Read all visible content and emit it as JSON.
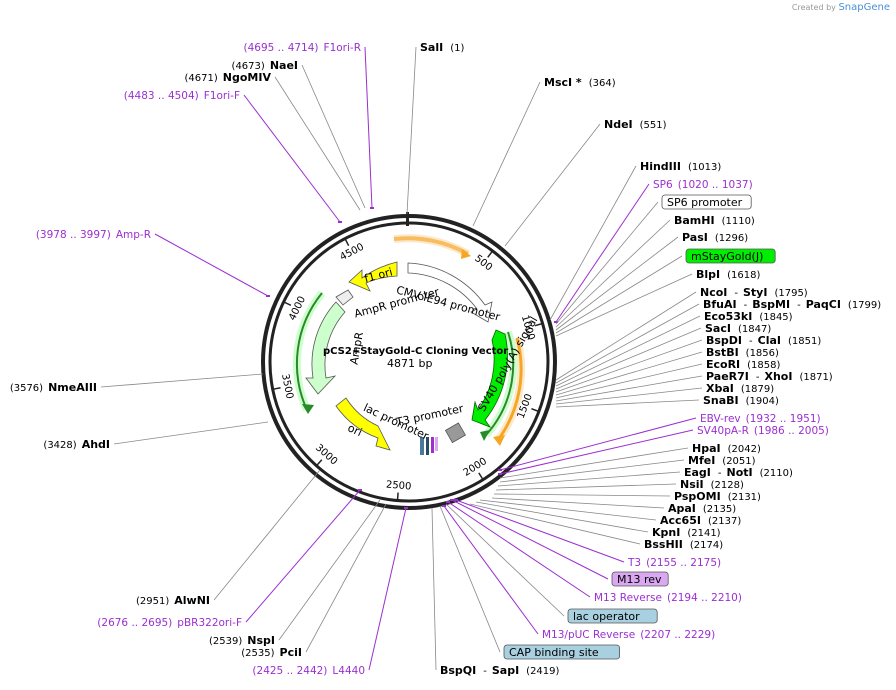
{
  "credit": {
    "prefix": "Created by",
    "brand": "SnapGene"
  },
  "plasmid": {
    "name": "pCS2+StayGold-C Cloning Vector",
    "size": "4871 bp",
    "length": 4871
  },
  "colors": {
    "purple": "#9b2fd0",
    "yellow": "#ffff00",
    "orange": "#f5a623",
    "green": "#00ee00",
    "lightgreen": "#ccffcc"
  },
  "ticks": [
    "500",
    "1000",
    "1500",
    "2000",
    "2500",
    "3000",
    "3500",
    "4000",
    "4500"
  ],
  "right_labels": [
    {
      "id": "sali",
      "parts": [
        [
          "SalI",
          "e"
        ],
        [
          "(1)",
          "p"
        ]
      ]
    },
    {
      "id": "msci",
      "parts": [
        [
          "MscI *",
          "e"
        ],
        [
          "(364)",
          "p"
        ]
      ]
    },
    {
      "id": "ndei",
      "parts": [
        [
          "NdeI",
          "e"
        ],
        [
          "(551)",
          "p"
        ]
      ]
    },
    {
      "id": "hindiii",
      "parts": [
        [
          "HindIII",
          "e"
        ],
        [
          "(1013)",
          "p"
        ]
      ]
    },
    {
      "id": "sp6",
      "parts": [
        [
          "SP6",
          "u"
        ],
        [
          "(1020 .. 1037)",
          "u"
        ]
      ]
    },
    {
      "id": "sp6prom",
      "box": "SP6 promoter",
      "boxcolor": "#ffffff"
    },
    {
      "id": "bamhi",
      "parts": [
        [
          "BamHI",
          "e"
        ],
        [
          "(1110)",
          "p"
        ]
      ]
    },
    {
      "id": "pasi",
      "parts": [
        [
          "PasI",
          "e"
        ],
        [
          "(1296)",
          "p"
        ]
      ]
    },
    {
      "id": "msg",
      "box": "mStayGold(J)",
      "boxcolor": "#00ee00"
    },
    {
      "id": "blpi",
      "parts": [
        [
          "BlpI",
          "e"
        ],
        [
          "(1618)",
          "p"
        ]
      ]
    },
    {
      "id": "ncoi",
      "parts": [
        [
          "NcoI",
          "e"
        ],
        [
          "-",
          "p"
        ],
        [
          "StyI",
          "e"
        ],
        [
          "(1795)",
          "p"
        ]
      ]
    },
    {
      "id": "bfuai",
      "parts": [
        [
          "BfuAI",
          "e"
        ],
        [
          "-",
          "p"
        ],
        [
          "BspMI",
          "e"
        ],
        [
          "-",
          "p"
        ],
        [
          "PaqCI",
          "e"
        ],
        [
          "(1799)",
          "p"
        ]
      ]
    },
    {
      "id": "eco53ki",
      "parts": [
        [
          "Eco53kI",
          "e"
        ],
        [
          "(1845)",
          "p"
        ]
      ]
    },
    {
      "id": "saci",
      "parts": [
        [
          "SacI",
          "e"
        ],
        [
          "(1847)",
          "p"
        ]
      ]
    },
    {
      "id": "bspdi",
      "parts": [
        [
          "BspDI",
          "e"
        ],
        [
          "-",
          "p"
        ],
        [
          "ClaI",
          "e"
        ],
        [
          "(1851)",
          "p"
        ]
      ]
    },
    {
      "id": "bstbi",
      "parts": [
        [
          "BstBI",
          "e"
        ],
        [
          "(1856)",
          "p"
        ]
      ]
    },
    {
      "id": "ecori",
      "parts": [
        [
          "EcoRI",
          "e"
        ],
        [
          "(1858)",
          "p"
        ]
      ]
    },
    {
      "id": "paer7i",
      "parts": [
        [
          "PaeR7I",
          "e"
        ],
        [
          "-",
          "p"
        ],
        [
          "XhoI",
          "e"
        ],
        [
          "(1871)",
          "p"
        ]
      ]
    },
    {
      "id": "xbai",
      "parts": [
        [
          "XbaI",
          "e"
        ],
        [
          "(1879)",
          "p"
        ]
      ]
    },
    {
      "id": "snabi",
      "parts": [
        [
          "SnaBI",
          "e"
        ],
        [
          "(1904)",
          "p"
        ]
      ]
    },
    {
      "id": "ebv",
      "parts": [
        [
          "EBV-rev",
          "u"
        ],
        [
          "(1932 .. 1951)",
          "u"
        ]
      ]
    },
    {
      "id": "sv40pa",
      "parts": [
        [
          "SV40pA-R",
          "u"
        ],
        [
          "(1986 .. 2005)",
          "u"
        ]
      ]
    },
    {
      "id": "hpai",
      "parts": [
        [
          "HpaI",
          "e"
        ],
        [
          "(2042)",
          "p"
        ]
      ]
    },
    {
      "id": "mfei",
      "parts": [
        [
          "MfeI",
          "e"
        ],
        [
          "(2051)",
          "p"
        ]
      ]
    },
    {
      "id": "eagi",
      "parts": [
        [
          "EagI",
          "e"
        ],
        [
          "-",
          "p"
        ],
        [
          "NotI",
          "e"
        ],
        [
          "(2110)",
          "p"
        ]
      ]
    },
    {
      "id": "nsii",
      "parts": [
        [
          "NsiI",
          "e"
        ],
        [
          "(2128)",
          "p"
        ]
      ]
    },
    {
      "id": "pspomi",
      "parts": [
        [
          "PspOMI",
          "e"
        ],
        [
          "(2131)",
          "p"
        ]
      ]
    },
    {
      "id": "apai",
      "parts": [
        [
          "ApaI",
          "e"
        ],
        [
          "(2135)",
          "p"
        ]
      ]
    },
    {
      "id": "acc65i",
      "parts": [
        [
          "Acc65I",
          "e"
        ],
        [
          "(2137)",
          "p"
        ]
      ]
    },
    {
      "id": "kpni",
      "parts": [
        [
          "KpnI",
          "e"
        ],
        [
          "(2141)",
          "p"
        ]
      ]
    },
    {
      "id": "bsshii",
      "parts": [
        [
          "BssHII",
          "e"
        ],
        [
          "(2174)",
          "p"
        ]
      ]
    },
    {
      "id": "t3",
      "parts": [
        [
          "T3",
          "u"
        ],
        [
          "(2155 .. 2175)",
          "u"
        ]
      ]
    },
    {
      "id": "m13rev",
      "box": "M13 rev",
      "boxcolor": "#d9a8f0"
    },
    {
      "id": "m13reverse",
      "parts": [
        [
          "M13 Reverse",
          "u"
        ],
        [
          "(2194 .. 2210)",
          "u"
        ]
      ]
    },
    {
      "id": "lacop",
      "box": "lac operator",
      "boxcolor": "#a8d0e0"
    },
    {
      "id": "m13puc",
      "parts": [
        [
          "M13/pUC Reverse",
          "u"
        ],
        [
          "(2207 .. 2229)",
          "u"
        ]
      ]
    },
    {
      "id": "cap",
      "box": "CAP binding site",
      "boxcolor": "#a8d0e0"
    },
    {
      "id": "bspqi",
      "parts": [
        [
          "BspQI",
          "e"
        ],
        [
          "-",
          "p"
        ],
        [
          "SapI",
          "e"
        ],
        [
          "(2419)",
          "p"
        ]
      ]
    }
  ],
  "left_labels": [
    {
      "id": "f1orir",
      "parts": [
        [
          "(4695 .. 4714)",
          "u"
        ],
        [
          "F1ori-R",
          "u"
        ]
      ]
    },
    {
      "id": "naei",
      "parts": [
        [
          "(4673)",
          "p"
        ],
        [
          "NaeI",
          "e"
        ]
      ]
    },
    {
      "id": "ngomiv",
      "parts": [
        [
          "(4671)",
          "p"
        ],
        [
          "NgoMIV",
          "e"
        ]
      ]
    },
    {
      "id": "f1orif",
      "parts": [
        [
          "(4483 .. 4504)",
          "u"
        ],
        [
          "F1ori-F",
          "u"
        ]
      ]
    },
    {
      "id": "ampr",
      "parts": [
        [
          "(3978 .. 3997)",
          "u"
        ],
        [
          "Amp-R",
          "u"
        ]
      ]
    },
    {
      "id": "nmeaiii",
      "parts": [
        [
          "(3576)",
          "p"
        ],
        [
          "NmeAIII",
          "e"
        ]
      ]
    },
    {
      "id": "ahdi",
      "parts": [
        [
          "(3428)",
          "p"
        ],
        [
          "AhdI",
          "e"
        ]
      ]
    },
    {
      "id": "alwni",
      "parts": [
        [
          "(2951)",
          "p"
        ],
        [
          "AlwNI",
          "e"
        ]
      ]
    },
    {
      "id": "pbr322",
      "parts": [
        [
          "(2676 .. 2695)",
          "u"
        ],
        [
          "pBR322ori-F",
          "u"
        ]
      ]
    },
    {
      "id": "nspi",
      "parts": [
        [
          "(2539)",
          "p"
        ],
        [
          "NspI",
          "e"
        ]
      ]
    },
    {
      "id": "pcii",
      "parts": [
        [
          "(2535)",
          "p"
        ],
        [
          "PciI",
          "e"
        ]
      ]
    },
    {
      "id": "l4440",
      "parts": [
        [
          "(2425 .. 2442)",
          "u"
        ],
        [
          "L4440",
          "u"
        ]
      ]
    }
  ],
  "features": {
    "f1_ori": "f1 ori",
    "ampr_promoter": "AmpR promoter",
    "ampr": "AmpR",
    "cmv": "CMV IE94 promoter",
    "sv40": "SV40 poly(A) signal",
    "t3_promoter": "T3 promoter",
    "lac_promoter": "lac promoter",
    "ori": "ori"
  }
}
